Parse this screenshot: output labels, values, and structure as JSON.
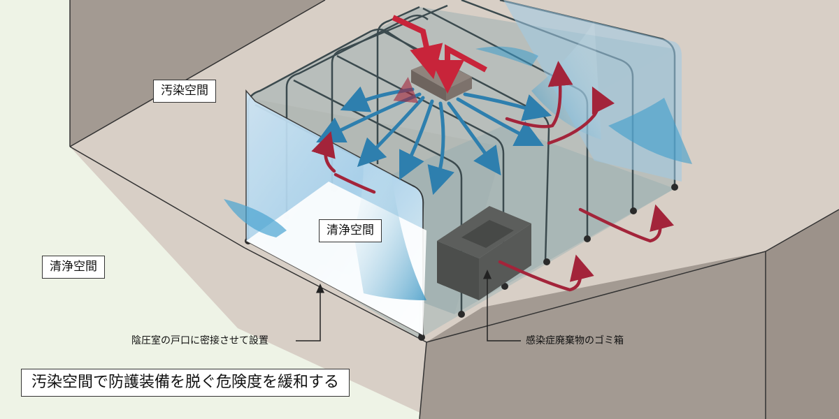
{
  "labels": {
    "contaminated_space": "汚染空間",
    "clean_space_inside": "清浄空間",
    "clean_space_outside": "清浄空間",
    "door_note": "陰圧室の戸口に密接させて設置",
    "waste_box_note": "感染症廃棄物のゴミ箱",
    "main_caption": "汚染空間で防護装備を脱ぐ危険度を緩和する"
  },
  "colors": {
    "background": "#eef3e6",
    "room_floor": "#d8cfc6",
    "room_wall": "#a39a92",
    "airflow_clean": "#2e8fc0",
    "airflow_exhaust": "#a3243a",
    "supply_arrow": "#c8243a"
  }
}
